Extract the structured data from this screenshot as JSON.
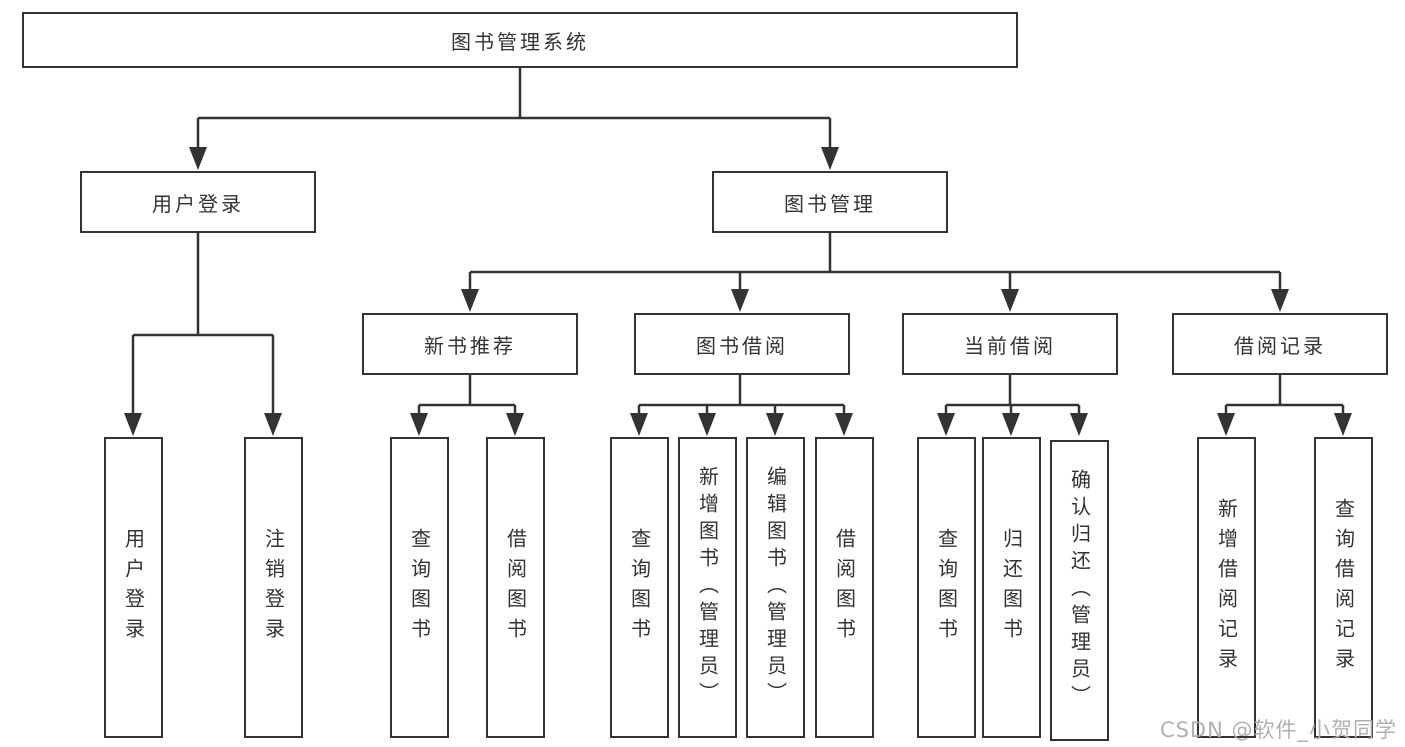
{
  "diagram": {
    "root": {
      "label": "图书管理系统"
    },
    "user_login": {
      "label": "用户登录",
      "children": [
        {
          "label": "用户登录"
        },
        {
          "label": "注销登录"
        }
      ]
    },
    "book_management": {
      "label": "图书管理",
      "groups": [
        {
          "label": "新书推荐",
          "children": [
            {
              "label": "查询图书"
            },
            {
              "label": "借阅图书"
            }
          ]
        },
        {
          "label": "图书借阅",
          "children": [
            {
              "label": "查询图书"
            },
            {
              "label": "新增图书（管理员）"
            },
            {
              "label": "编辑图书（管理员）"
            },
            {
              "label": "借阅图书"
            }
          ]
        },
        {
          "label": "当前借阅",
          "children": [
            {
              "label": "查询图书"
            },
            {
              "label": "归还图书"
            },
            {
              "label": "确认归还（管理员）"
            }
          ]
        },
        {
          "label": "借阅记录",
          "children": [
            {
              "label": "新增借阅记录"
            },
            {
              "label": "查询借阅记录"
            }
          ]
        }
      ]
    }
  },
  "watermark": {
    "text": "CSDN @软件_小贺同学"
  },
  "colors": {
    "line": "#333333",
    "text": "#333333",
    "box_background": "#ffffff",
    "watermark": "#b0b0b0",
    "background": "#ffffff"
  }
}
